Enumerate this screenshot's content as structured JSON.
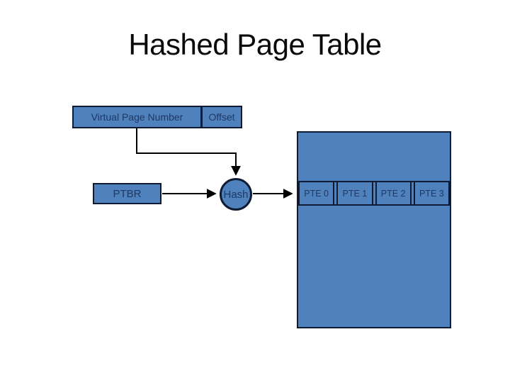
{
  "slide": {
    "title": "Hashed Page Table"
  },
  "colors": {
    "node_fill": "#4f81bd",
    "node_border": "#0f1b33",
    "node_text": "#1f3864",
    "connector_line": "#000000",
    "title_text": "#0a0a0a",
    "background": "#ffffff"
  },
  "virtual_address": {
    "vpn_label": "Virtual Page Number",
    "offset_label": "Offset"
  },
  "ptbr": {
    "label": "PTBR"
  },
  "hash": {
    "label": "Hash"
  },
  "page_table": {
    "cells": [
      "PTE 0",
      "PTE 1",
      "PTE 2",
      "PTE 3"
    ]
  }
}
